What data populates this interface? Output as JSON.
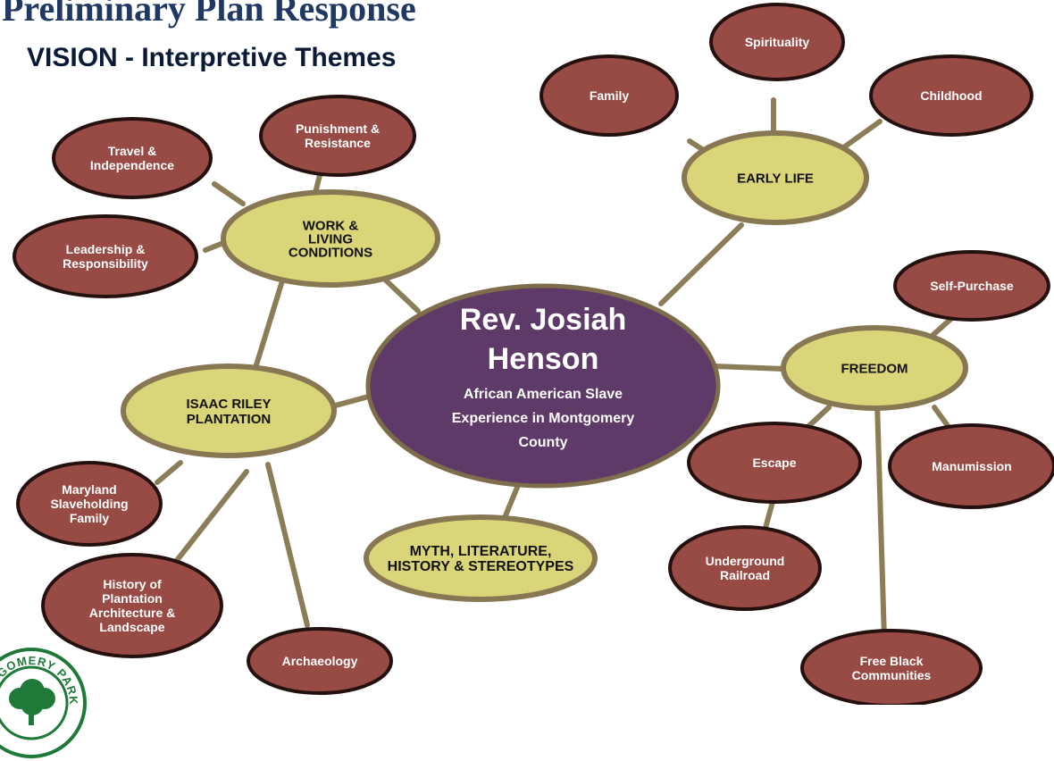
{
  "slide": {
    "title": "Preliminary Plan Response",
    "subtitle": "VISION - Interpretive Themes",
    "logo_text": "MONTGOMERY PARKS"
  },
  "colors": {
    "line": "#8b7d57",
    "center_fill": "#5d3a67",
    "center_stroke": "#7d6d4b",
    "theme_fill": "#d9d578",
    "theme_stroke": "#877753",
    "topic_fill": "#984a45",
    "topic_stroke": "#24110f",
    "center_text": "#ffffff",
    "theme_text": "#111111",
    "topic_text": "#ffffff"
  },
  "mindmap": {
    "center": {
      "title_lines": [
        "Rev. Josiah",
        "Henson"
      ],
      "sub_lines": [
        "African American Slave",
        "Experience in Montgomery",
        "County"
      ]
    },
    "themes": {
      "early_life": [
        "EARLY LIFE"
      ],
      "work": [
        "WORK &",
        "LIVING",
        "CONDITIONS"
      ],
      "isaac": [
        "ISAAC RILEY",
        "PLANTATION"
      ],
      "freedom": [
        "FREEDOM"
      ],
      "myth": [
        "MYTH, LITERATURE,",
        "HISTORY & STEREOTYPES"
      ]
    },
    "topics": {
      "family": [
        "Family"
      ],
      "spirituality": [
        "Spirituality"
      ],
      "childhood": [
        "Childhood"
      ],
      "punishment": [
        "Punishment &",
        "Resistance"
      ],
      "travel": [
        "Travel &",
        "Independence"
      ],
      "leadership": [
        "Leadership &",
        "Responsibility"
      ],
      "maryland": [
        "Maryland",
        "Slaveholding",
        "Family"
      ],
      "history": [
        "History of",
        "Plantation",
        "Architecture &",
        "Landscape"
      ],
      "archaeology": [
        "Archaeology"
      ],
      "self_purchase": [
        "Self-Purchase"
      ],
      "escape": [
        "Escape"
      ],
      "manumission": [
        "Manumission"
      ],
      "underground": [
        "Underground",
        "Railroad"
      ],
      "free_black": [
        "Free Black",
        "Communities"
      ]
    }
  }
}
